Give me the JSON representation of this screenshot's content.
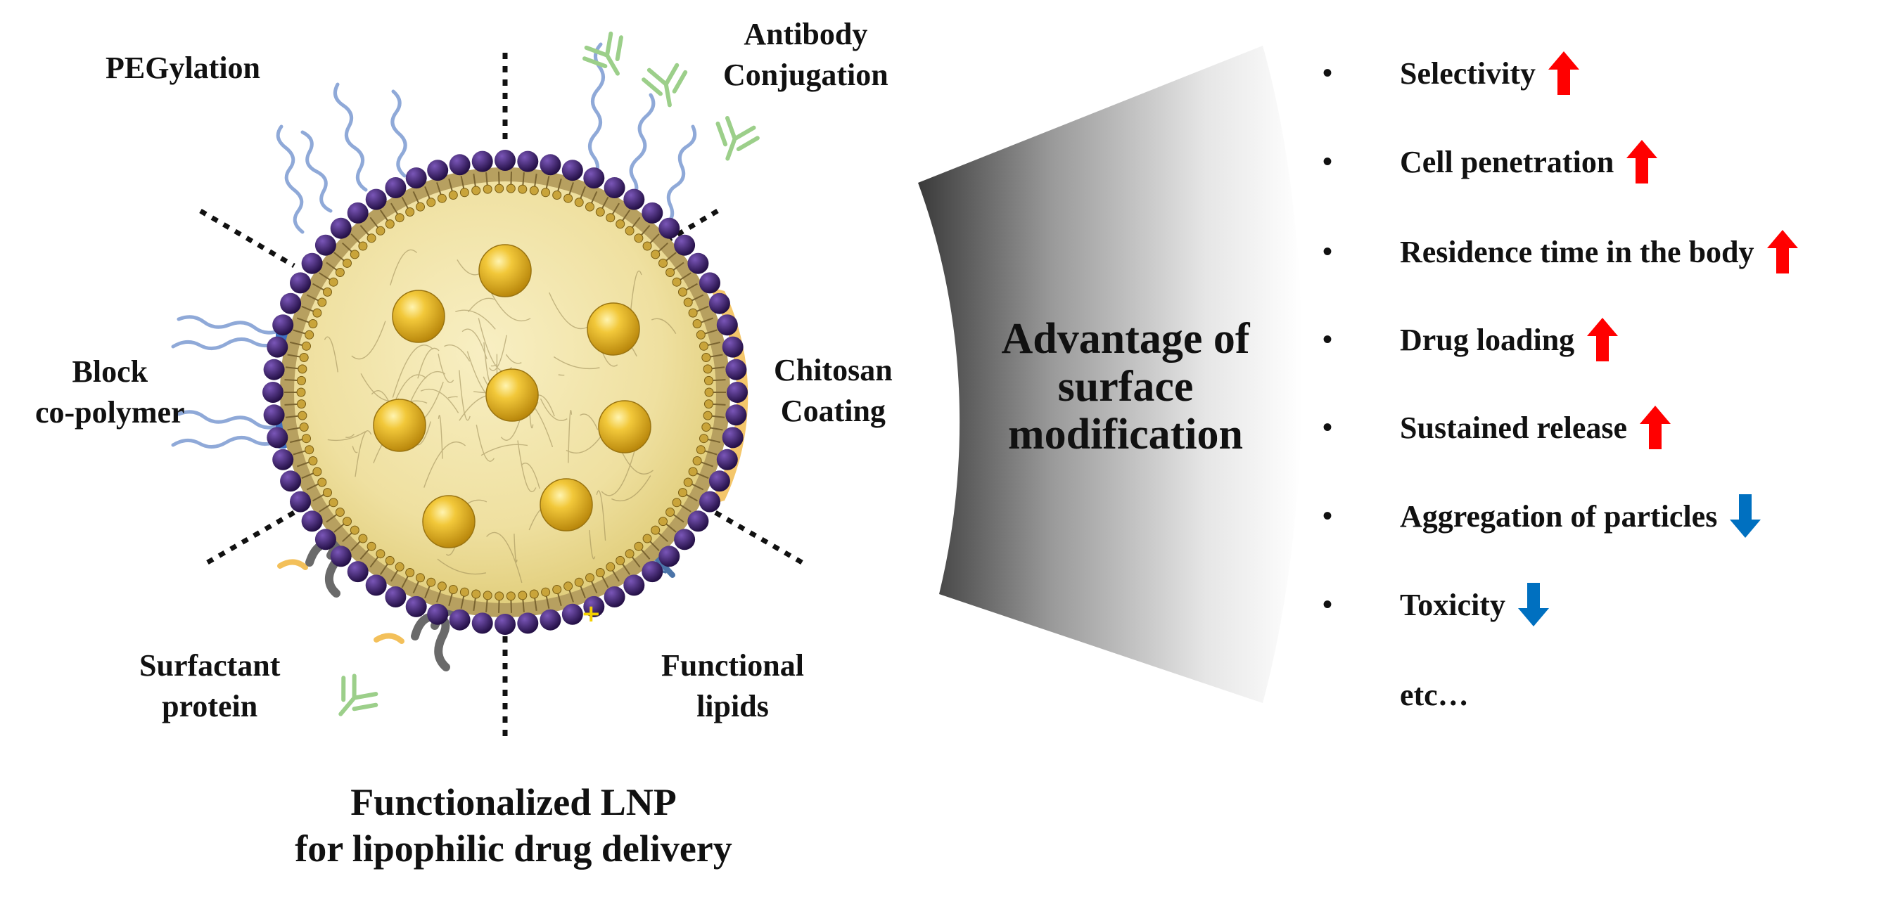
{
  "diagram": {
    "labels": {
      "pegylation": "PEGylation",
      "antibody_1": "Antibody",
      "antibody_2": "Conjugation",
      "block_1": "Block",
      "block_2": "co-polymer",
      "chitosan_1": "Chitosan",
      "chitosan_2": "Coating",
      "surfactant_1": "Surfactant",
      "surfactant_2": "protein",
      "functional_1": "Functional",
      "functional_2": "lipids"
    },
    "title_line1": "Functionalized LNP",
    "title_line2": "for lipophilic drug delivery",
    "advantage_title_1": "Advantage of",
    "advantage_title_2": "surface",
    "advantage_title_3": "modification",
    "advantages": [
      {
        "text": "Selectivity",
        "direction": "up"
      },
      {
        "text": "Cell penetration",
        "direction": "up"
      },
      {
        "text": "Residence time in the body",
        "direction": "up"
      },
      {
        "text": "Drug loading",
        "direction": "up"
      },
      {
        "text": "Sustained release",
        "direction": "up"
      },
      {
        "text": "Aggregation of particles",
        "direction": "down"
      },
      {
        "text": "Toxicity",
        "direction": "down"
      }
    ],
    "etc": "etc…",
    "bullet": "•"
  },
  "colors": {
    "up_arrow": "#ff0000",
    "down_arrow": "#0070c0",
    "shell_bead": "#3a1a6e",
    "core": "#f2e6a6",
    "drug": "#e8b81a",
    "peg_chain": "#8fa9d8",
    "antibody": "#9ccf8a",
    "chitosan": "#f3c05a"
  }
}
